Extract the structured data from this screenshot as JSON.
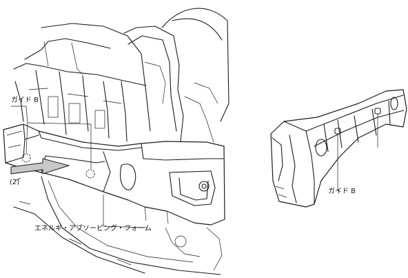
{
  "labels": {
    "guide_b_left": "ガイド B",
    "step_number": "(2)",
    "energy_absorbing_foam": "エネルギ・アブソービング・フォーム",
    "guide_b_right": "ガイド B"
  },
  "colors": {
    "line": "#1a1a1a",
    "background": "#ffffff",
    "arrow_fill": "#c8c8c8"
  }
}
